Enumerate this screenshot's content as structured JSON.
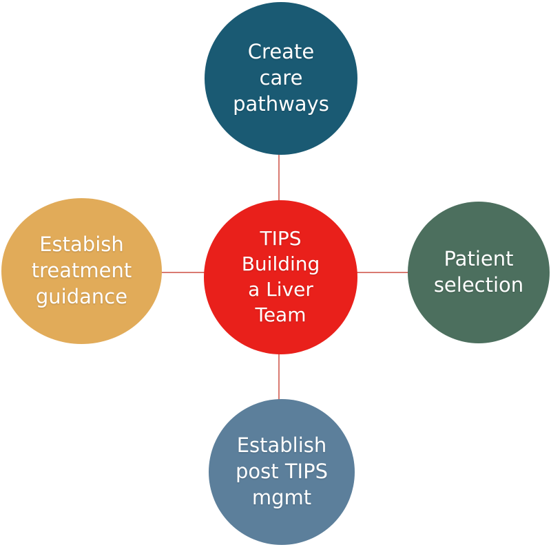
{
  "diagram": {
    "title": "TIPS Building a Liver Team cycle diagram",
    "connector_color": "#d97a71",
    "nodes": {
      "center": {
        "label": "TIPS\nBuilding\na Liver\nTeam",
        "color": "#e9201b",
        "text_color": "#ffffff"
      },
      "top": {
        "label": "Create\ncare\npathways",
        "color": "#1a5a73",
        "text_color": "#ffffff"
      },
      "right": {
        "label": "Patient\nselection",
        "color": "#4c6f5e",
        "text_color": "#ffffff"
      },
      "bottom": {
        "label": "Establish\npost TIPS\nmgmt",
        "color": "#5c7f9b",
        "text_color": "#ffffff"
      },
      "left": {
        "label": "Estabish\ntreatment\nguidance",
        "color": "#e1ab59",
        "text_color": "#ffffff"
      }
    }
  }
}
